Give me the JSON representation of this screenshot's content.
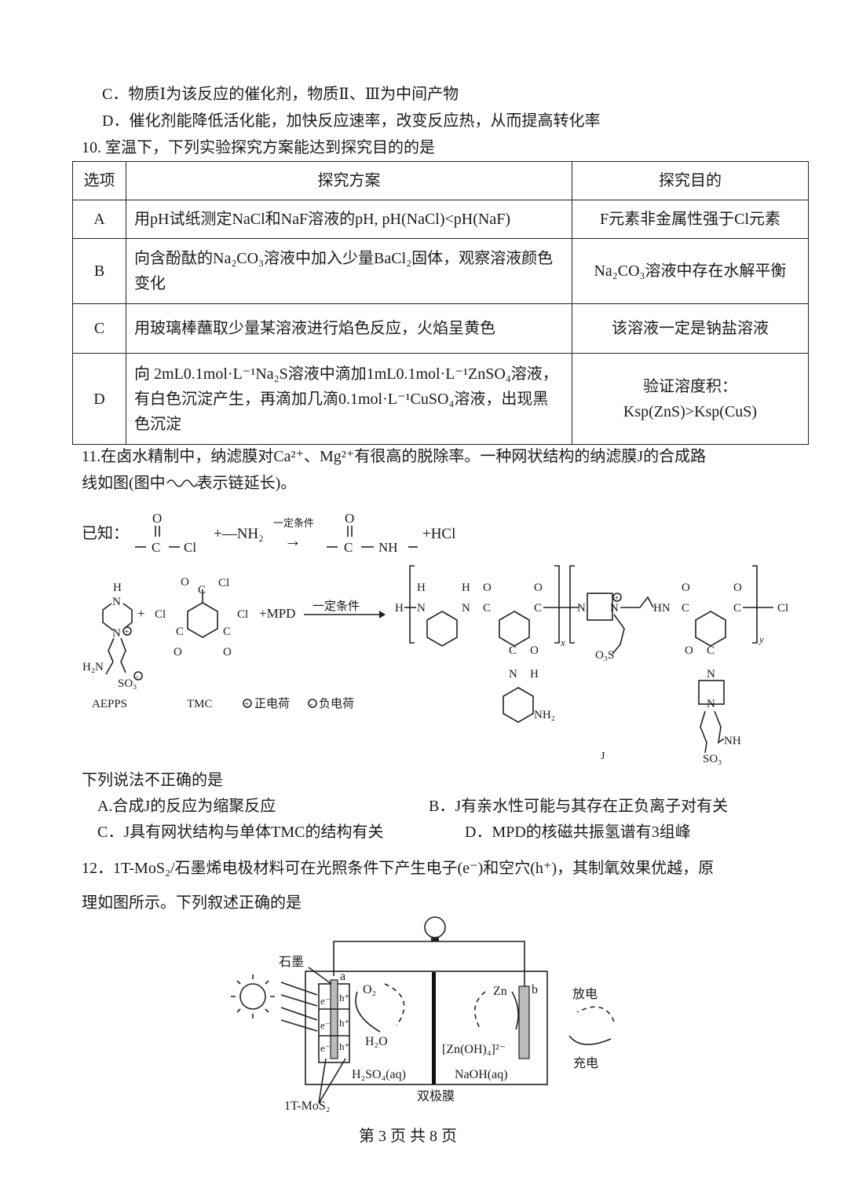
{
  "q9": {
    "option_c": "C．物质Ⅰ为该反应的催化剂，物质Ⅱ、Ⅲ为中间产物",
    "option_d": "D．催化剂能降低活化能，加快反应速率，改变反应热，从而提高转化率"
  },
  "q10": {
    "stem": "10. 室温下，下列实验探究方案能达到探究目的的是",
    "headers": [
      "选项",
      "探究方案",
      "探究目的"
    ],
    "rows": [
      {
        "option": "A",
        "plan": "用pH试纸测定NaCl和NaF溶液的pH, pH(NaCl)<pH(NaF)",
        "goal": "F元素非金属性强于Cl元素"
      },
      {
        "option": "B",
        "plan": "向含酚酞的Na₂CO₃溶液中加入少量BaCl₂固体，观察溶液颜色变化",
        "goal": "Na₂CO₃溶液中存在水解平衡"
      },
      {
        "option": "C",
        "plan": "用玻璃棒蘸取少量某溶液进行焰色反应，火焰呈黄色",
        "goal": "该溶液一定是钠盐溶液"
      },
      {
        "option": "D",
        "plan": "向 2mL0.1mol·L⁻¹Na₂S溶液中滴加1mL0.1mol·L⁻¹ZnSO₄溶液，有白色沉淀产生，再滴加几滴0.1mol·L⁻¹CuSO₄溶液，出现黑色沉淀",
        "goal_line1": "验证溶度积：",
        "goal_line2": "Ksp(ZnS)>Ksp(CuS)"
      }
    ]
  },
  "q11": {
    "stem_line1": "11.在卤水精制中，纳滤膜对Ca²⁺、Mg²⁺有很高的脱除率。一种网状结构的纳滤膜J的合成路",
    "stem_line2_a": "线如图(图中",
    "stem_line2_b": "表示链延长)。",
    "known_label": "已知：",
    "known": {
      "o": "O",
      "c": "C",
      "cl": "Cl",
      "plus_nh2": "+—NH₂",
      "condition": "一定条件",
      "nh": "NH",
      "plus_hcl": "+HCl"
    },
    "scheme": {
      "aepps": "AEPPS",
      "tmc": "TMC",
      "plus": "+",
      "plus_mpd": "+MPD",
      "condition": "一定条件",
      "positive_charge": "正电荷",
      "negative_charge": "负电荷",
      "h": "H",
      "n": "N",
      "h2n": "H₂N",
      "so3": "SO₃",
      "o3s": "O₃S",
      "cl": "Cl",
      "o": "O",
      "c": "C",
      "hn": "HN",
      "nh2": "NH₂",
      "nh": "NH",
      "x": "x",
      "y": "y",
      "product": "J"
    },
    "question": "下列说法不正确的是",
    "options": {
      "a": "A.合成J的反应为缩聚反应",
      "b": "B．J有亲水性可能与其存在正负离子对有关",
      "c": "C．J具有网状结构与单体TMC的结构有关",
      "d": "D．MPD的核磁共振氢谱有3组峰"
    }
  },
  "q12": {
    "stem_line1": "12．1T-MoS₂/石墨烯电极材料可在光照条件下产生电子(e⁻)和空穴(h⁺)，其制氧效果优越，原",
    "stem_line2": "理如图所示。下列叙述正确的是",
    "diagram": {
      "graphite": "石墨",
      "electrode_a": "a",
      "electrode_b": "b",
      "electron": "e⁻",
      "hole": "h⁺",
      "o2": "O₂",
      "h2o": "H₂O",
      "zn": "Zn",
      "zincate": "[Zn(OH)₄]²⁻",
      "left_electrolyte": "H₂SO₄(aq)",
      "right_electrolyte": "NaOH(aq)",
      "membrane": "双极膜",
      "mos2": "1T-MoS₂",
      "discharge": "放电",
      "charge": "充电"
    }
  },
  "footer": {
    "page": "第 3 页 共 8 页"
  }
}
